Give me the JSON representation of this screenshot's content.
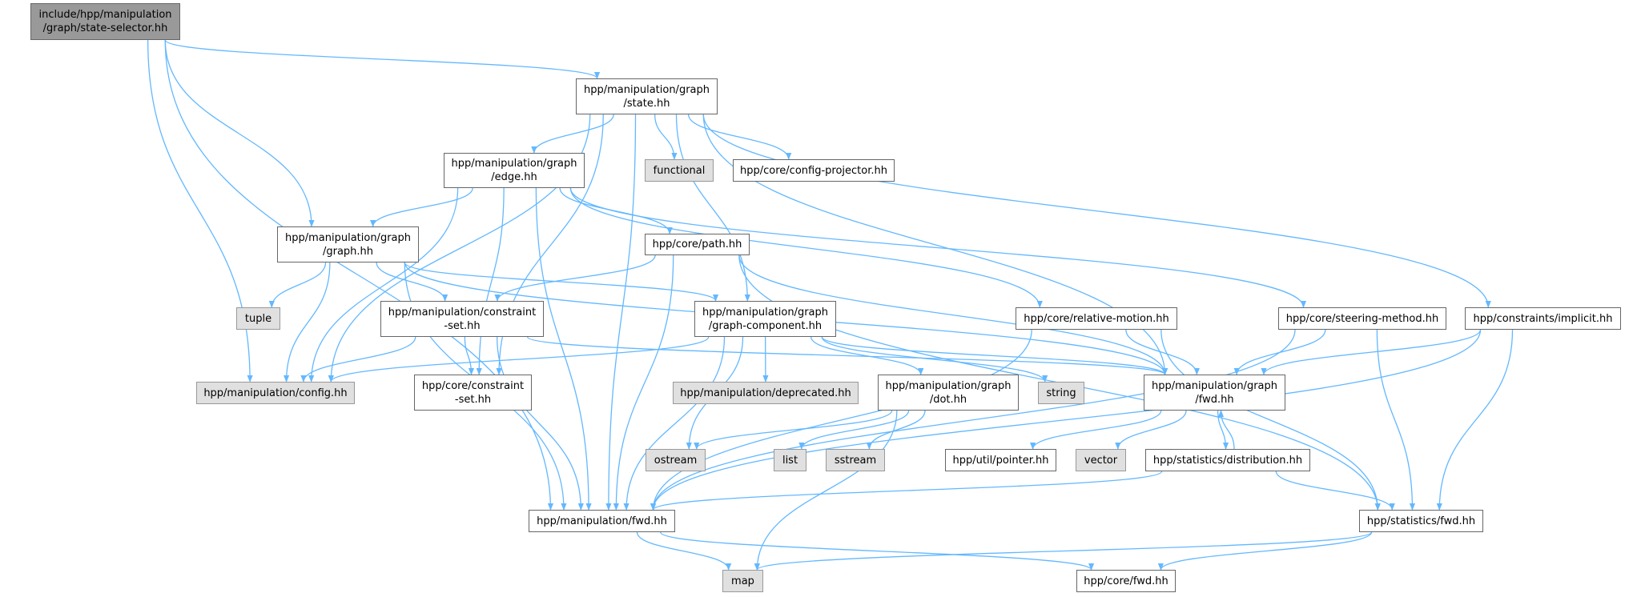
{
  "colors": {
    "edge": "#63b8ff",
    "root_fill": "#999999",
    "system_fill": "#e0e0e0",
    "node_border": "#666666"
  },
  "nodes": {
    "state_selector": "include/hpp/manipulation\n/graph/state-selector.hh",
    "state": "hpp/manipulation/graph\n/state.hh",
    "edge": "hpp/manipulation/graph\n/edge.hh",
    "functional": "functional",
    "config_projector": "hpp/core/config-projector.hh",
    "graph": "hpp/manipulation/graph\n/graph.hh",
    "path": "hpp/core/path.hh",
    "tuple": "tuple",
    "constraint_set": "hpp/manipulation/constraint\n-set.hh",
    "graph_component": "hpp/manipulation/graph\n/graph-component.hh",
    "relative_motion": "hpp/core/relative-motion.hh",
    "steering_method": "hpp/core/steering-method.hh",
    "implicit": "hpp/constraints/implicit.hh",
    "config": "hpp/manipulation/config.hh",
    "core_constraint_set": "hpp/core/constraint\n-set.hh",
    "deprecated": "hpp/manipulation/deprecated.hh",
    "dot": "hpp/manipulation/graph\n/dot.hh",
    "string": "string",
    "graph_fwd": "hpp/manipulation/graph\n/fwd.hh",
    "ostream": "ostream",
    "list": "list",
    "sstream": "sstream",
    "pointer": "hpp/util/pointer.hh",
    "vector": "vector",
    "distribution": "hpp/statistics/distribution.hh",
    "manip_fwd": "hpp/manipulation/fwd.hh",
    "statistics_fwd": "hpp/statistics/fwd.hh",
    "map": "map",
    "core_fwd": "hpp/core/fwd.hh"
  },
  "edges": [
    [
      "state_selector",
      "state"
    ],
    [
      "state_selector",
      "graph"
    ],
    [
      "state_selector",
      "config"
    ],
    [
      "state_selector",
      "manip_fwd"
    ],
    [
      "state",
      "edge"
    ],
    [
      "state",
      "functional"
    ],
    [
      "state",
      "config_projector"
    ],
    [
      "state",
      "implicit"
    ],
    [
      "state",
      "graph_fwd"
    ],
    [
      "state",
      "graph_component"
    ],
    [
      "state",
      "core_constraint_set"
    ],
    [
      "state",
      "config"
    ],
    [
      "state",
      "manip_fwd"
    ],
    [
      "edge",
      "graph"
    ],
    [
      "edge",
      "path"
    ],
    [
      "edge",
      "relative_motion"
    ],
    [
      "edge",
      "steering_method"
    ],
    [
      "edge",
      "core_constraint_set"
    ],
    [
      "edge",
      "config"
    ],
    [
      "edge",
      "manip_fwd"
    ],
    [
      "graph",
      "tuple"
    ],
    [
      "graph",
      "constraint_set"
    ],
    [
      "graph",
      "graph_component"
    ],
    [
      "graph",
      "graph_fwd"
    ],
    [
      "graph",
      "config"
    ],
    [
      "graph",
      "manip_fwd"
    ],
    [
      "path",
      "constraint_set"
    ],
    [
      "path",
      "manip_fwd"
    ],
    [
      "path",
      "graph_fwd"
    ],
    [
      "path",
      "statistics_fwd"
    ],
    [
      "constraint_set",
      "config"
    ],
    [
      "constraint_set",
      "core_constraint_set"
    ],
    [
      "constraint_set",
      "manip_fwd"
    ],
    [
      "constraint_set",
      "graph_fwd"
    ],
    [
      "graph_component",
      "config"
    ],
    [
      "graph_component",
      "deprecated"
    ],
    [
      "graph_component",
      "dot"
    ],
    [
      "graph_component",
      "string"
    ],
    [
      "graph_component",
      "graph_fwd"
    ],
    [
      "graph_component",
      "ostream"
    ],
    [
      "graph_component",
      "manip_fwd"
    ],
    [
      "dot",
      "ostream"
    ],
    [
      "dot",
      "list"
    ],
    [
      "dot",
      "sstream"
    ],
    [
      "dot",
      "map"
    ],
    [
      "relative_motion",
      "graph_fwd"
    ],
    [
      "relative_motion",
      "manip_fwd"
    ],
    [
      "relative_motion",
      "statistics_fwd"
    ],
    [
      "steering_method",
      "graph_fwd"
    ],
    [
      "steering_method",
      "manip_fwd"
    ],
    [
      "steering_method",
      "statistics_fwd"
    ],
    [
      "implicit",
      "graph_fwd"
    ],
    [
      "implicit",
      "manip_fwd"
    ],
    [
      "implicit",
      "statistics_fwd"
    ],
    [
      "graph_fwd",
      "pointer"
    ],
    [
      "graph_fwd",
      "vector"
    ],
    [
      "graph_fwd",
      "distribution"
    ],
    [
      "distribution",
      "graph_fwd"
    ],
    [
      "distribution",
      "manip_fwd"
    ],
    [
      "distribution",
      "statistics_fwd"
    ],
    [
      "manip_fwd",
      "map"
    ],
    [
      "manip_fwd",
      "core_fwd"
    ],
    [
      "statistics_fwd",
      "map"
    ],
    [
      "statistics_fwd",
      "core_fwd"
    ]
  ]
}
